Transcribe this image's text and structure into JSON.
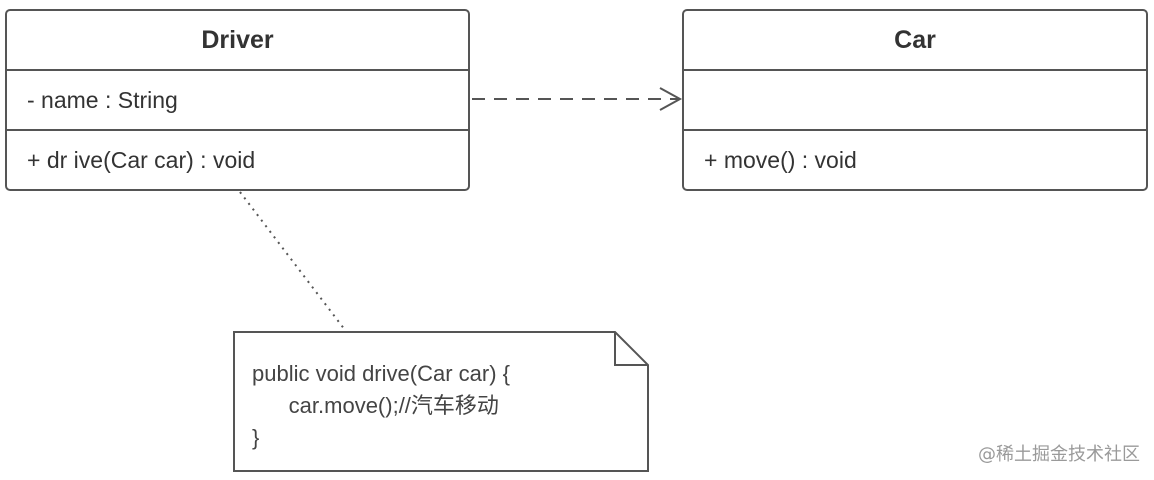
{
  "classes": {
    "driver": {
      "name": "Driver",
      "attribute": "- name : String",
      "operation": "+ dr ive(Car car) : void"
    },
    "car": {
      "name": "Car",
      "attribute": "",
      "operation": "+ move() : void"
    }
  },
  "note": {
    "line1": "public void drive(Car car) {",
    "line2": "      car.move();//汽车移动",
    "line3": "}"
  },
  "relationships": [
    {
      "from": "Driver",
      "to": "Car",
      "type": "dependency"
    },
    {
      "from": "Driver",
      "to": "note",
      "type": "note-anchor"
    }
  ],
  "watermark": "@稀土掘金技术社区",
  "colors": {
    "border": "#555555",
    "text": "#333333",
    "watermark": "#9a9a9a"
  }
}
